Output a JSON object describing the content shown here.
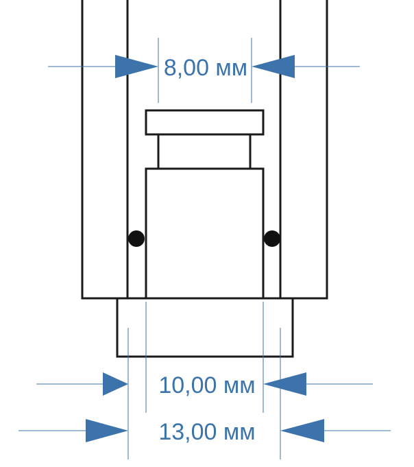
{
  "dimensions": {
    "top": {
      "label": "8,00 мм",
      "value_mm": 8.0
    },
    "middle": {
      "label": "10,00 мм",
      "value_mm": 10.0
    },
    "bottom": {
      "label": "13,00 мм",
      "value_mm": 13.0
    }
  },
  "colors": {
    "dimension": "#3b73aa",
    "outline": "#1a1a1a",
    "background": "#ffffff"
  }
}
